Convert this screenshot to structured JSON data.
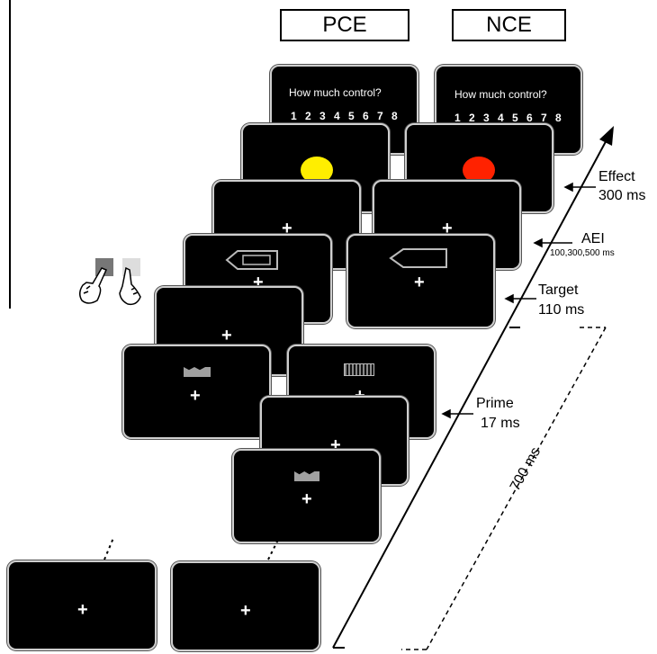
{
  "conditions": {
    "left": "PCE",
    "right": "NCE"
  },
  "rating": {
    "question": "How much control?",
    "scale": "1 2 3 4 5 6 7 8"
  },
  "fixation": "+",
  "timeline": {
    "effect": {
      "label": "Effect",
      "duration": "300 ms"
    },
    "aei": {
      "label": "AEI",
      "durations": "100,300,500 ms"
    },
    "target": {
      "label": "Target",
      "duration": "110 ms"
    },
    "prime": {
      "label": "Prime",
      "duration": "17 ms"
    },
    "total": "700 ms"
  },
  "colors": {
    "effect_pce": "#ffee00",
    "effect_nce": "#ff2200",
    "screen": "#000000",
    "stimulus": "#a0a0a0"
  }
}
